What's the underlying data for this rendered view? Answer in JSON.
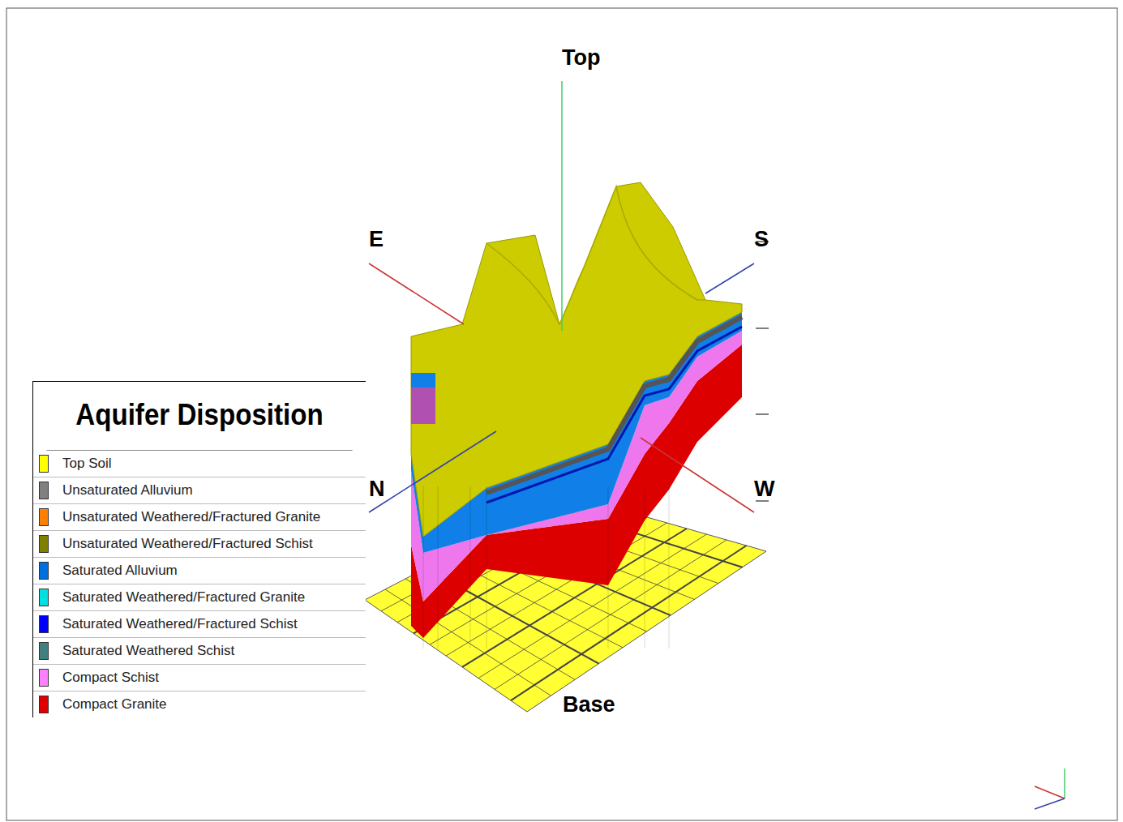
{
  "diagram": {
    "title": "Aquifer Disposition",
    "labels": [
      "Top",
      "E",
      "S",
      "N",
      "W",
      "Base"
    ],
    "legend": [
      {
        "text": "Top Soil",
        "color": "#ffff00"
      },
      {
        "text": "Unsaturated Alluvium",
        "color": "#808080"
      },
      {
        "text": "Unsaturated Weathered/Fractured Granite",
        "color": "#ff8000"
      },
      {
        "text": "Unsaturated Weathered/Fractured Schist",
        "color": "#808000"
      },
      {
        "text": "Saturated Alluvium",
        "color": "#0070e0"
      },
      {
        "text": "Saturated Weathered/Fractured Granite",
        "color": "#00e0e0"
      },
      {
        "text": "Saturated Weathered/Fractured Schist",
        "color": "#0000ff"
      },
      {
        "text": "Saturated Weathered Schist",
        "color": "#408080"
      },
      {
        "text": "Compact Schist",
        "color": "#ff80ff"
      },
      {
        "text": "Compact Granite",
        "color": "#e00000"
      }
    ]
  }
}
